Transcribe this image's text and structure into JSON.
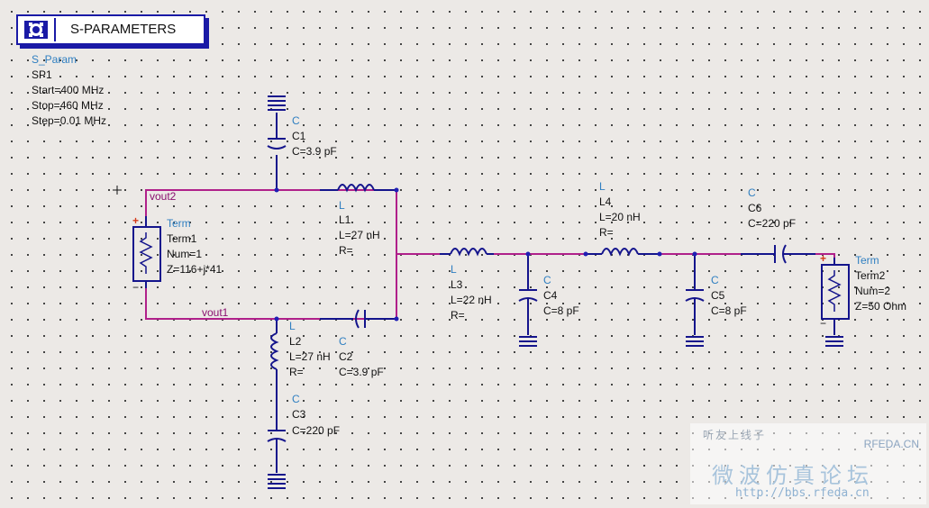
{
  "sp_block": {
    "title": "S-PARAMETERS",
    "type": "S_Param",
    "name": "SP1",
    "start": "Start=400 MHz",
    "stop": "Stop=460 MHz",
    "step": "Step=0.01 MHz"
  },
  "nets": {
    "vout2": "vout2",
    "vout1": "vout1"
  },
  "components": {
    "c1": {
      "type": "C",
      "name": "C1",
      "value": "C=3.9 pF"
    },
    "l1": {
      "type": "L",
      "name": "L1",
      "value": "L=27 nH",
      "r": "R="
    },
    "term1": {
      "type": "Term",
      "name": "Term1",
      "num": "Num=1",
      "z": "Z=116+j*41"
    },
    "l2": {
      "type": "L",
      "name": "L2",
      "value": "L=27 nH",
      "r": "R="
    },
    "c2": {
      "type": "C",
      "name": "C2",
      "value": "C=3.9 pF"
    },
    "c3": {
      "type": "C",
      "name": "C3",
      "value": "C=220 pF"
    },
    "l3": {
      "type": "L",
      "name": "L3",
      "value": "L=22 nH",
      "r": "R="
    },
    "c4": {
      "type": "C",
      "name": "C4",
      "value": "C=8 pF"
    },
    "l4": {
      "type": "L",
      "name": "L4",
      "value": "L=20 nH",
      "r": "R="
    },
    "c5": {
      "type": "C",
      "name": "C5",
      "value": "C=8 pF"
    },
    "c6": {
      "type": "C",
      "name": "C6",
      "value": "C=220 pF"
    },
    "term2": {
      "type": "Term",
      "name": "Term2",
      "num": "Num=2",
      "z": "Z=50 Ohm"
    }
  },
  "watermark": {
    "top": "听友上线子",
    "site": "RFEDA.CN",
    "chinese": "微波仿真论坛",
    "url": "http://bbs.rfeda.cn"
  },
  "colors": {
    "wire": "#b0208a",
    "component": "#14148c",
    "label": "#2f7fc1",
    "background": "#ece9e6"
  }
}
